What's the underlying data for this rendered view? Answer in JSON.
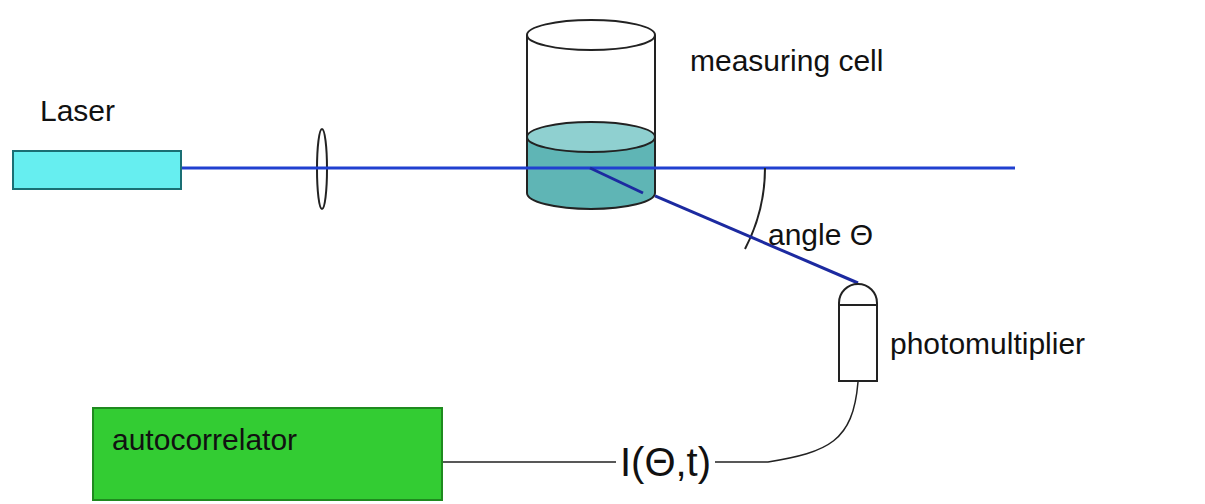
{
  "diagram": {
    "nodes": [
      {
        "text": [
          "Laser"
        ]
      },
      {
        "text": [
          "measuring cell"
        ]
      },
      {
        "text": [
          "photomultiplier"
        ]
      },
      {
        "text": [
          "autocorrelator"
        ]
      }
    ],
    "edges": [
      {
        "from": 0,
        "to": 1,
        "arrow": "none"
      },
      {
        "from": 1,
        "to": 2,
        "arrow": "none"
      },
      {
        "from": 2,
        "to": 3,
        "label": "I(Θ,t)",
        "arrow": "none"
      }
    ],
    "labels": [
      "angle Θ"
    ]
  }
}
